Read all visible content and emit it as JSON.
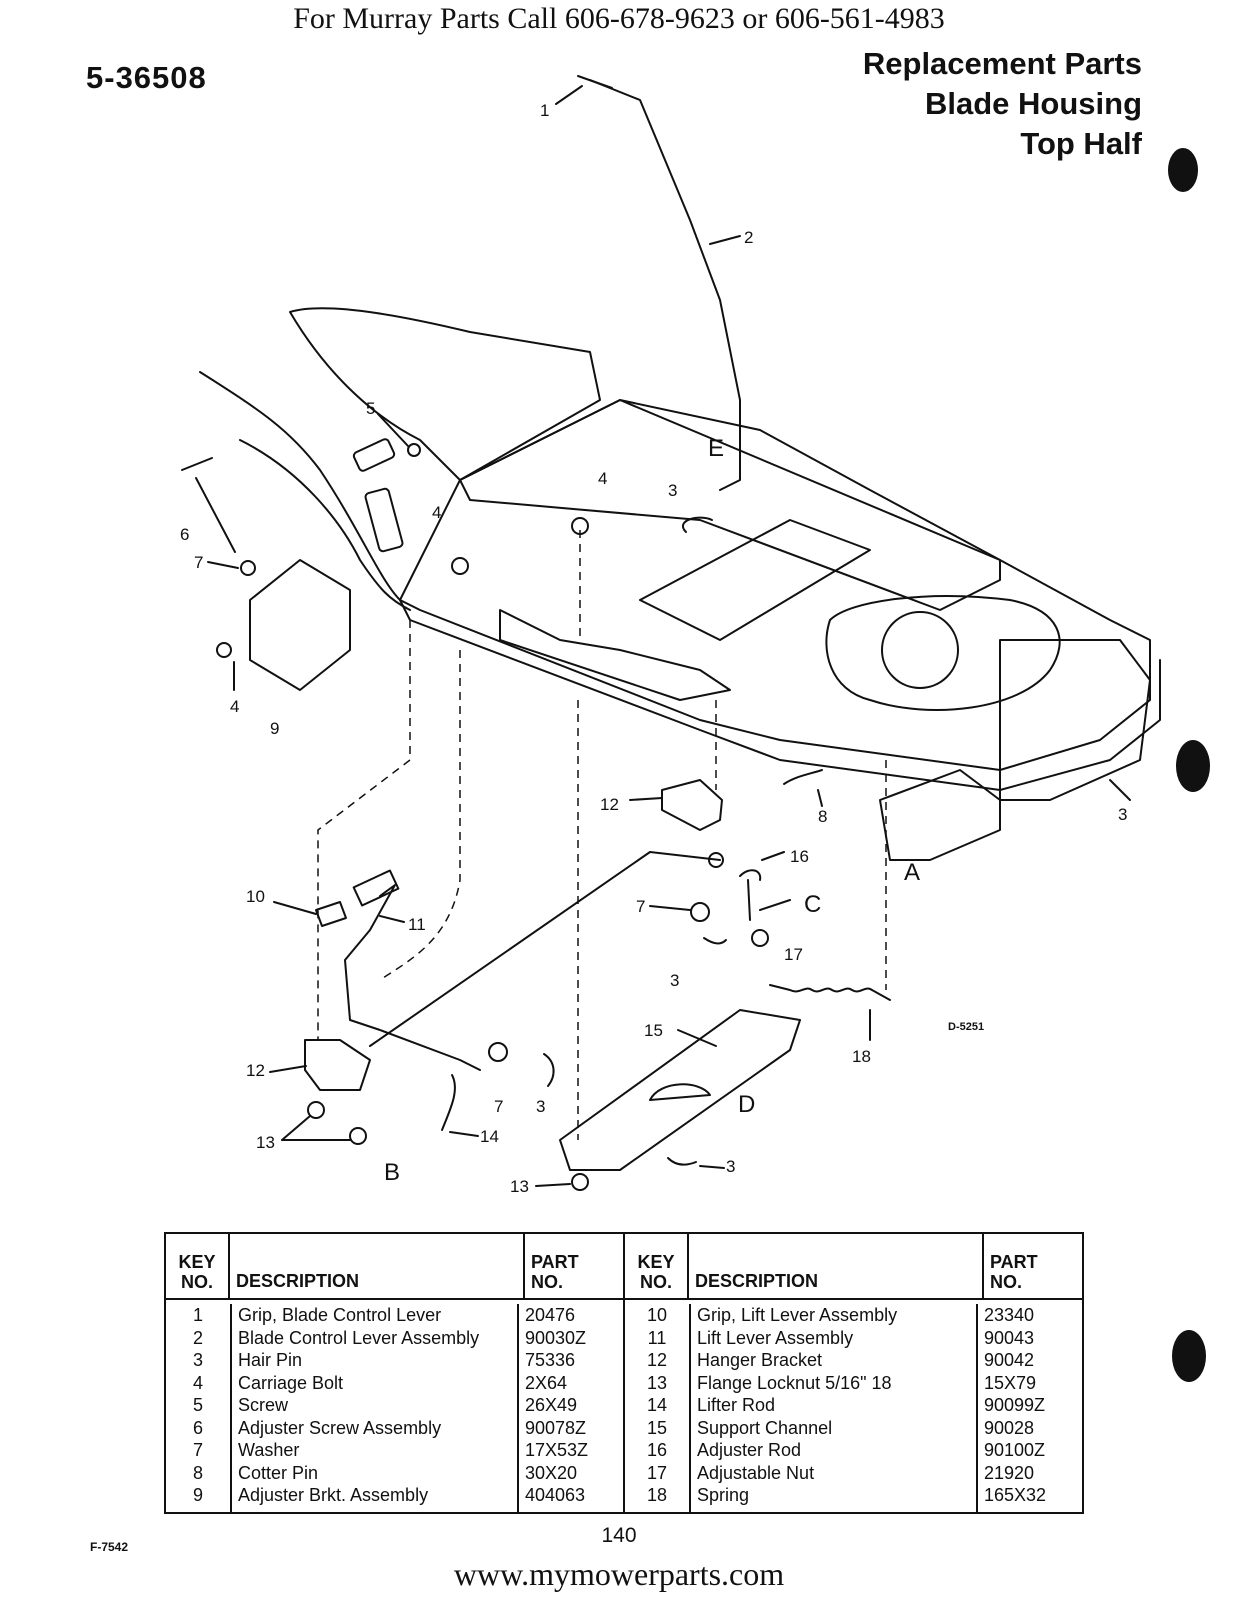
{
  "header": {
    "contact_line": "For Murray Parts Call 606-678-9623 or 606-561-4983",
    "doc_number": "5-36508",
    "title_lines": [
      "Replacement Parts",
      "Blade Housing",
      "Top Half"
    ]
  },
  "diagram": {
    "drawing_code": "D-5251",
    "callouts": [
      "1",
      "2",
      "3",
      "4",
      "5",
      "6",
      "7",
      "8",
      "9",
      "10",
      "11",
      "12",
      "13",
      "14",
      "15",
      "16",
      "17",
      "18"
    ],
    "connection_letters": [
      "A",
      "B",
      "C",
      "D",
      "E"
    ]
  },
  "parts_table": {
    "headers": {
      "key_no": [
        "KEY",
        "NO."
      ],
      "description": "DESCRIPTION",
      "part_no": [
        "PART",
        "NO."
      ]
    },
    "left": [
      {
        "key": "1",
        "description": "Grip, Blade Control Lever",
        "part_no": "20476"
      },
      {
        "key": "2",
        "description": "Blade Control Lever Assembly",
        "part_no": "90030Z"
      },
      {
        "key": "3",
        "description": "Hair Pin",
        "part_no": "75336"
      },
      {
        "key": "4",
        "description": "Carriage Bolt",
        "part_no": "2X64"
      },
      {
        "key": "5",
        "description": "Screw",
        "part_no": "26X49"
      },
      {
        "key": "6",
        "description": "Adjuster Screw Assembly",
        "part_no": "90078Z"
      },
      {
        "key": "7",
        "description": "Washer",
        "part_no": "17X53Z"
      },
      {
        "key": "8",
        "description": "Cotter Pin",
        "part_no": "30X20"
      },
      {
        "key": "9",
        "description": "Adjuster Brkt. Assembly",
        "part_no": "404063"
      }
    ],
    "right": [
      {
        "key": "10",
        "description": "Grip, Lift Lever Assembly",
        "part_no": "23340"
      },
      {
        "key": "11",
        "description": "Lift Lever Assembly",
        "part_no": "90043"
      },
      {
        "key": "12",
        "description": "Hanger Bracket",
        "part_no": "90042"
      },
      {
        "key": "13",
        "description": "Flange Locknut 5/16\" 18",
        "part_no": "15X79"
      },
      {
        "key": "14",
        "description": "Lifter Rod",
        "part_no": "90099Z"
      },
      {
        "key": "15",
        "description": "Support Channel",
        "part_no": "90028"
      },
      {
        "key": "16",
        "description": "Adjuster Rod",
        "part_no": "90100Z"
      },
      {
        "key": "17",
        "description": "Adjustable Nut",
        "part_no": "21920"
      },
      {
        "key": "18",
        "description": "Spring",
        "part_no": "165X32"
      }
    ]
  },
  "footer": {
    "page_number": "140",
    "form_code": "F-7542",
    "website": "www.mymowerparts.com"
  }
}
